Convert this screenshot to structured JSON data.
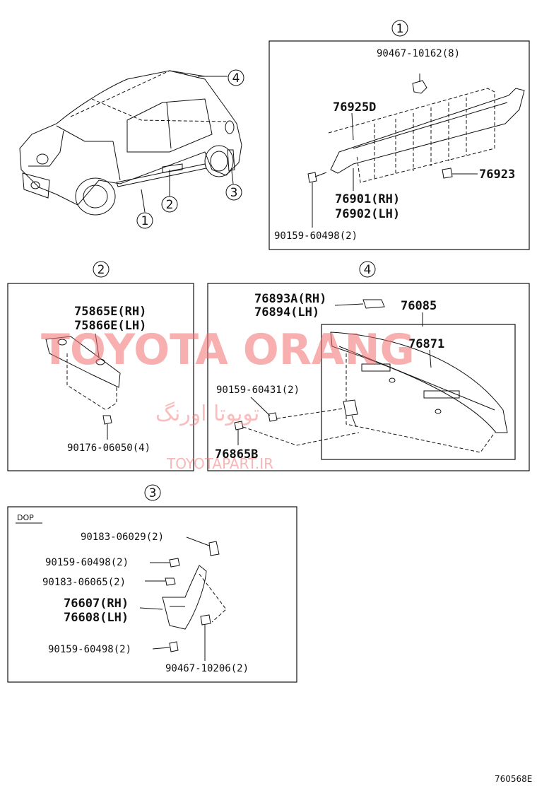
{
  "callouts": {
    "c1": "1",
    "c2": "2",
    "c3": "3",
    "c4": "4"
  },
  "section1": {
    "p1": "90467-10162(8)",
    "p2": "76925D",
    "p3": "76923",
    "p4": "76901(RH)",
    "p5": "76902(LH)",
    "p6": "90159-60498(2)"
  },
  "section2": {
    "p1": "75865E(RH)",
    "p2": "75866E(LH)",
    "p3": "90176-06050(4)"
  },
  "section4": {
    "p1": "76893A(RH)",
    "p2": "76894(LH)",
    "p3": "76085",
    "p4": "76871",
    "p5": "90159-60431(2)",
    "p6": "76865B"
  },
  "section3": {
    "tag": "DOP",
    "p1": "90183-06029(2)",
    "p2": "90159-60498(2)",
    "p3": "90183-06065(2)",
    "p4": "76607(RH)",
    "p5": "76608(LH)",
    "p6": "90159-60498(2)",
    "p7": "90467-10206(2)"
  },
  "watermark": {
    "brand": "TOYOTA ORANG",
    "persian": "تویوتا اورنگ",
    "site": "TOYOTAPART.IR"
  },
  "figure_code": "760568E"
}
